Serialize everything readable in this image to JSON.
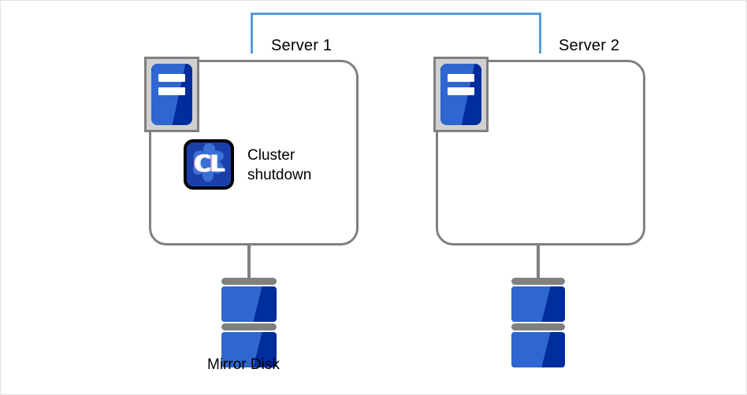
{
  "diagram": {
    "title": "Cluster shutdown on mirror disk two-node configuration",
    "background_color": "#ffffff",
    "frame_border_color": "#e2e2e2"
  },
  "interconnect": {
    "name": "interconnect-link",
    "color": "#5b9bd5",
    "description": "blue interconnect line joining Server 1 and Server 2"
  },
  "servers": [
    {
      "label": "Server 1",
      "box_border_color": "#808080",
      "machine_icon": "server-machine-icon",
      "status_icon": {
        "name": "cluster-cl-icon",
        "glyph": "CL",
        "background_color": "#1b3faa",
        "border_color": "#000000"
      },
      "status_caption": "Cluster\nshutdown",
      "disk": {
        "label": "Mirror Disk",
        "name": "mirror-disk-icon",
        "body_color": "#002d9c",
        "highlight_color": "#2f66d0",
        "plate_color": "#808080"
      }
    },
    {
      "label": "Server 2",
      "box_border_color": "#808080",
      "machine_icon": "server-machine-icon",
      "status_icon": null,
      "status_caption": "",
      "disk": {
        "label": "",
        "name": "mirror-disk-icon",
        "body_color": "#002d9c",
        "highlight_color": "#2f66d0",
        "plate_color": "#808080"
      }
    }
  ],
  "captions": {
    "mirror_disk": "Mirror Disk",
    "cluster_shutdown": "Cluster\nshutdown"
  }
}
